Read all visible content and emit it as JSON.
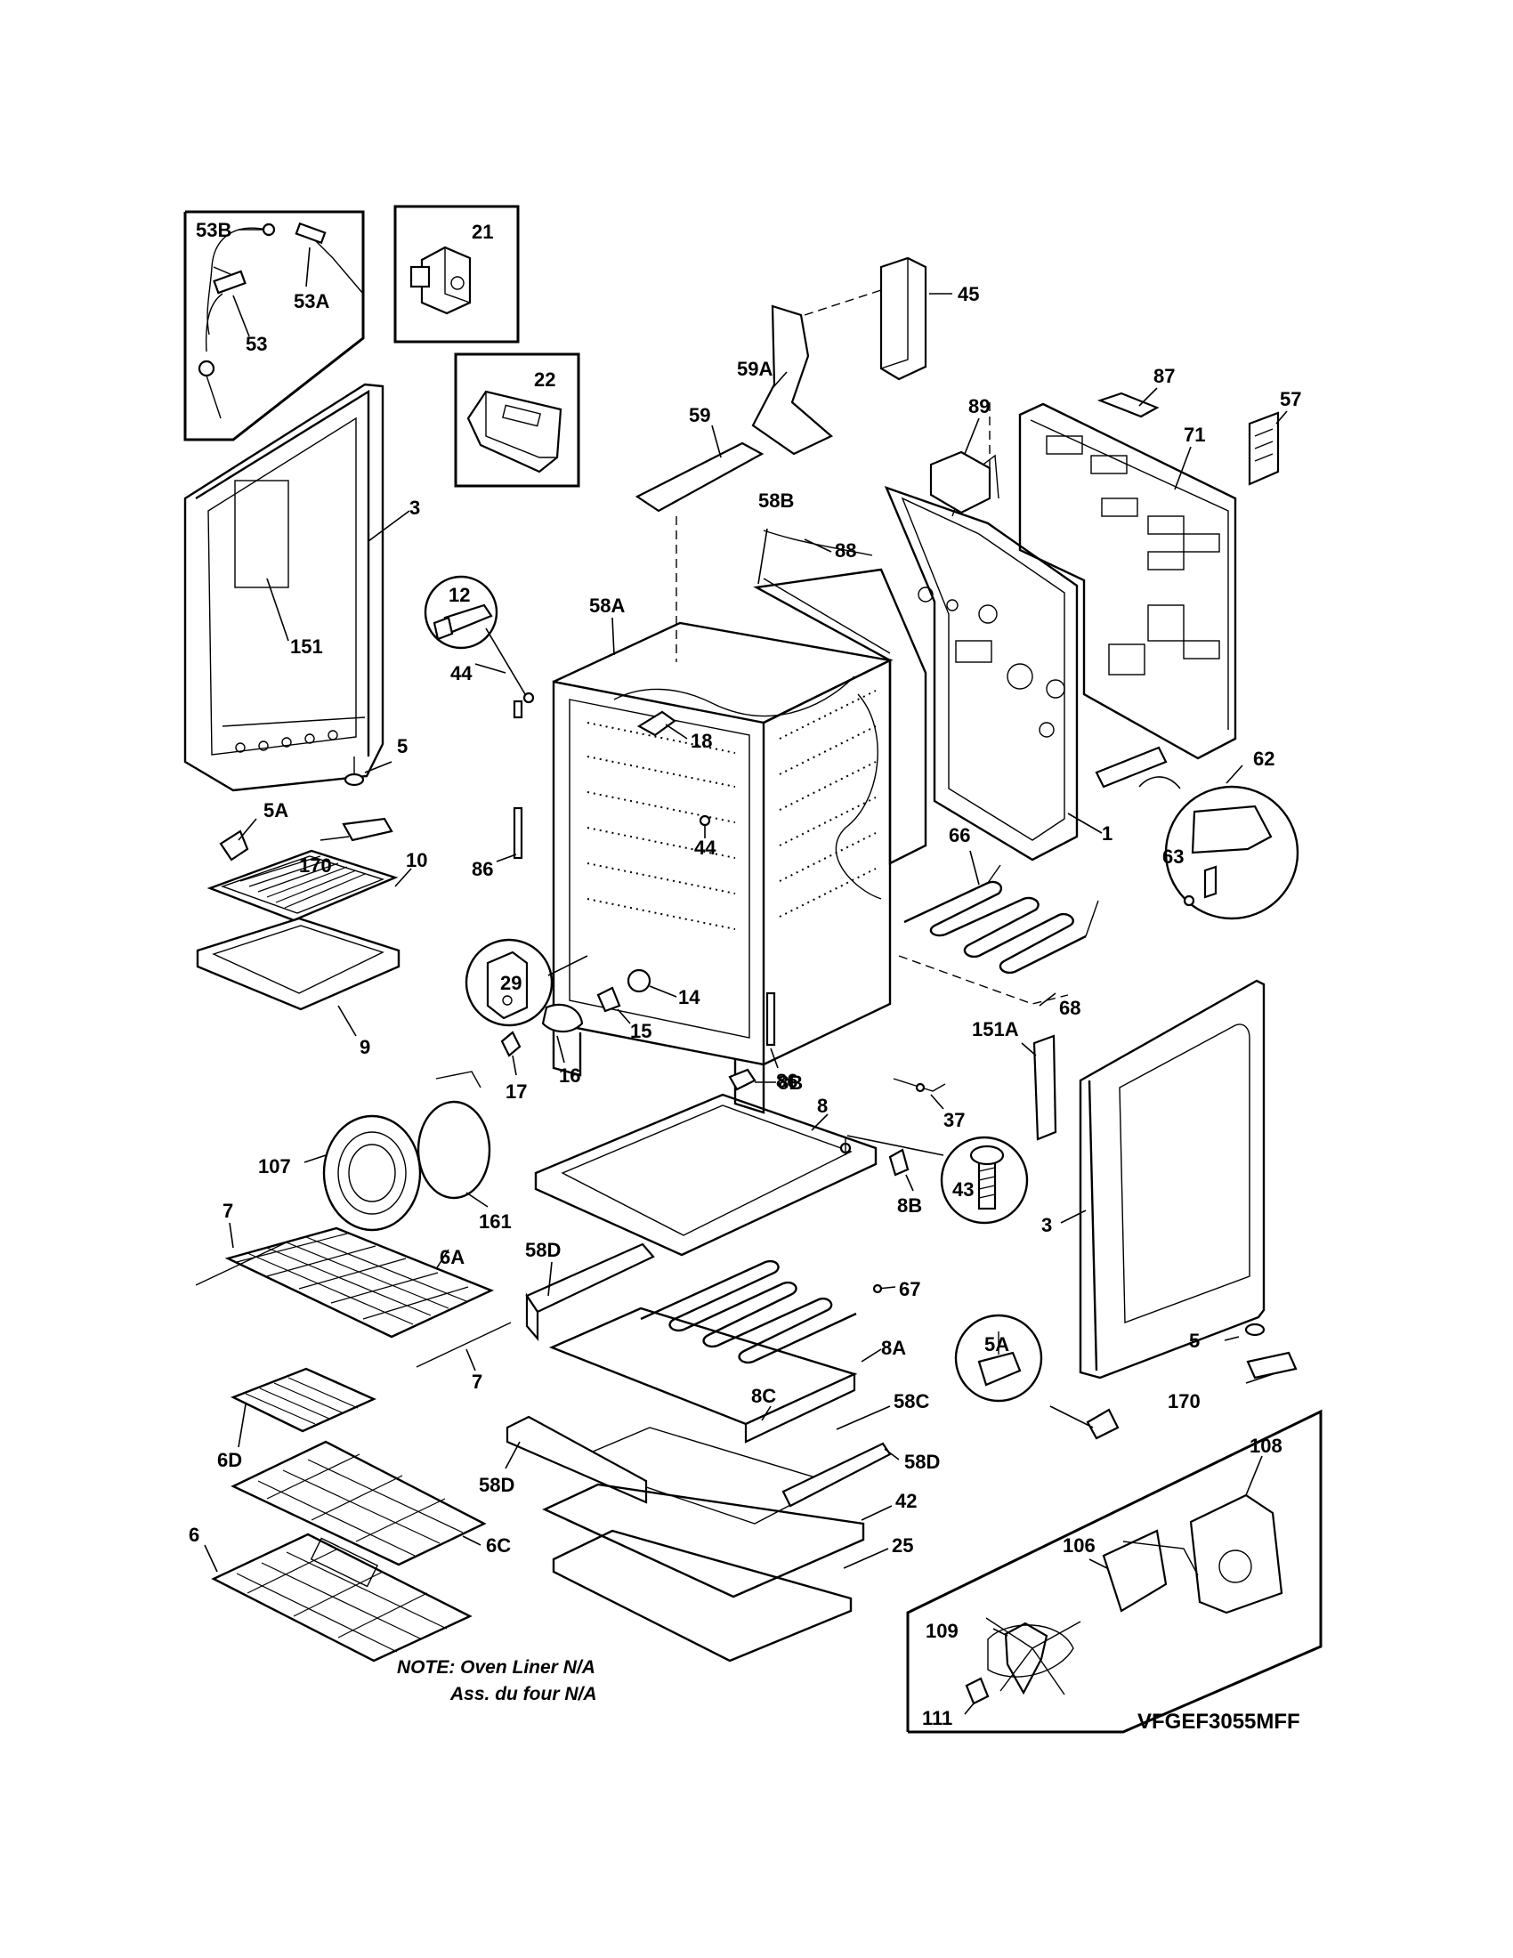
{
  "diagram": {
    "model": "VFGEF3055MFF",
    "note_line1": "NOTE: Oven Liner N/A",
    "note_line2": "Ass. du four N/A",
    "labels": {
      "p53B": "53B",
      "p53A": "53A",
      "p53": "53",
      "p21": "21",
      "p22": "22",
      "p45": "45",
      "p59A": "59A",
      "p59": "59",
      "p87": "87",
      "p57": "57",
      "p89": "89",
      "p71": "71",
      "p58B": "58B",
      "p88": "88",
      "p58A": "58A",
      "p3_left": "3",
      "p151": "151",
      "p12": "12",
      "p44_top": "44",
      "p18": "18",
      "p44_mid": "44",
      "p5_left": "5",
      "p5A_left": "5A",
      "p170_left": "170",
      "p86_left": "86",
      "p62": "62",
      "p63": "63",
      "p1": "1",
      "p66": "66",
      "p68": "68",
      "p10": "10",
      "p9": "9",
      "p29": "29",
      "p14": "14",
      "p15": "15",
      "p16": "16",
      "p17": "17",
      "p86_right": "86",
      "p151A": "151A",
      "p37": "37",
      "p8B_top": "8B",
      "p8": "8",
      "p43": "43",
      "p8B_bot": "8B",
      "p3_right": "3",
      "p107": "107",
      "p161": "161",
      "p7_top": "7",
      "p6A": "6A",
      "p7_bot": "7",
      "p58D_top": "58D",
      "p67": "67",
      "p8A": "8A",
      "p8C": "8C",
      "p58C": "58C",
      "p58D_left": "58D",
      "p58D_right": "58D",
      "p42": "42",
      "p25": "25",
      "p5A_right": "5A",
      "p5_right": "5",
      "p170_right": "170",
      "p6D": "6D",
      "p6C": "6C",
      "p6": "6",
      "p108": "108",
      "p106": "106",
      "p109": "109",
      "p111": "111"
    }
  }
}
